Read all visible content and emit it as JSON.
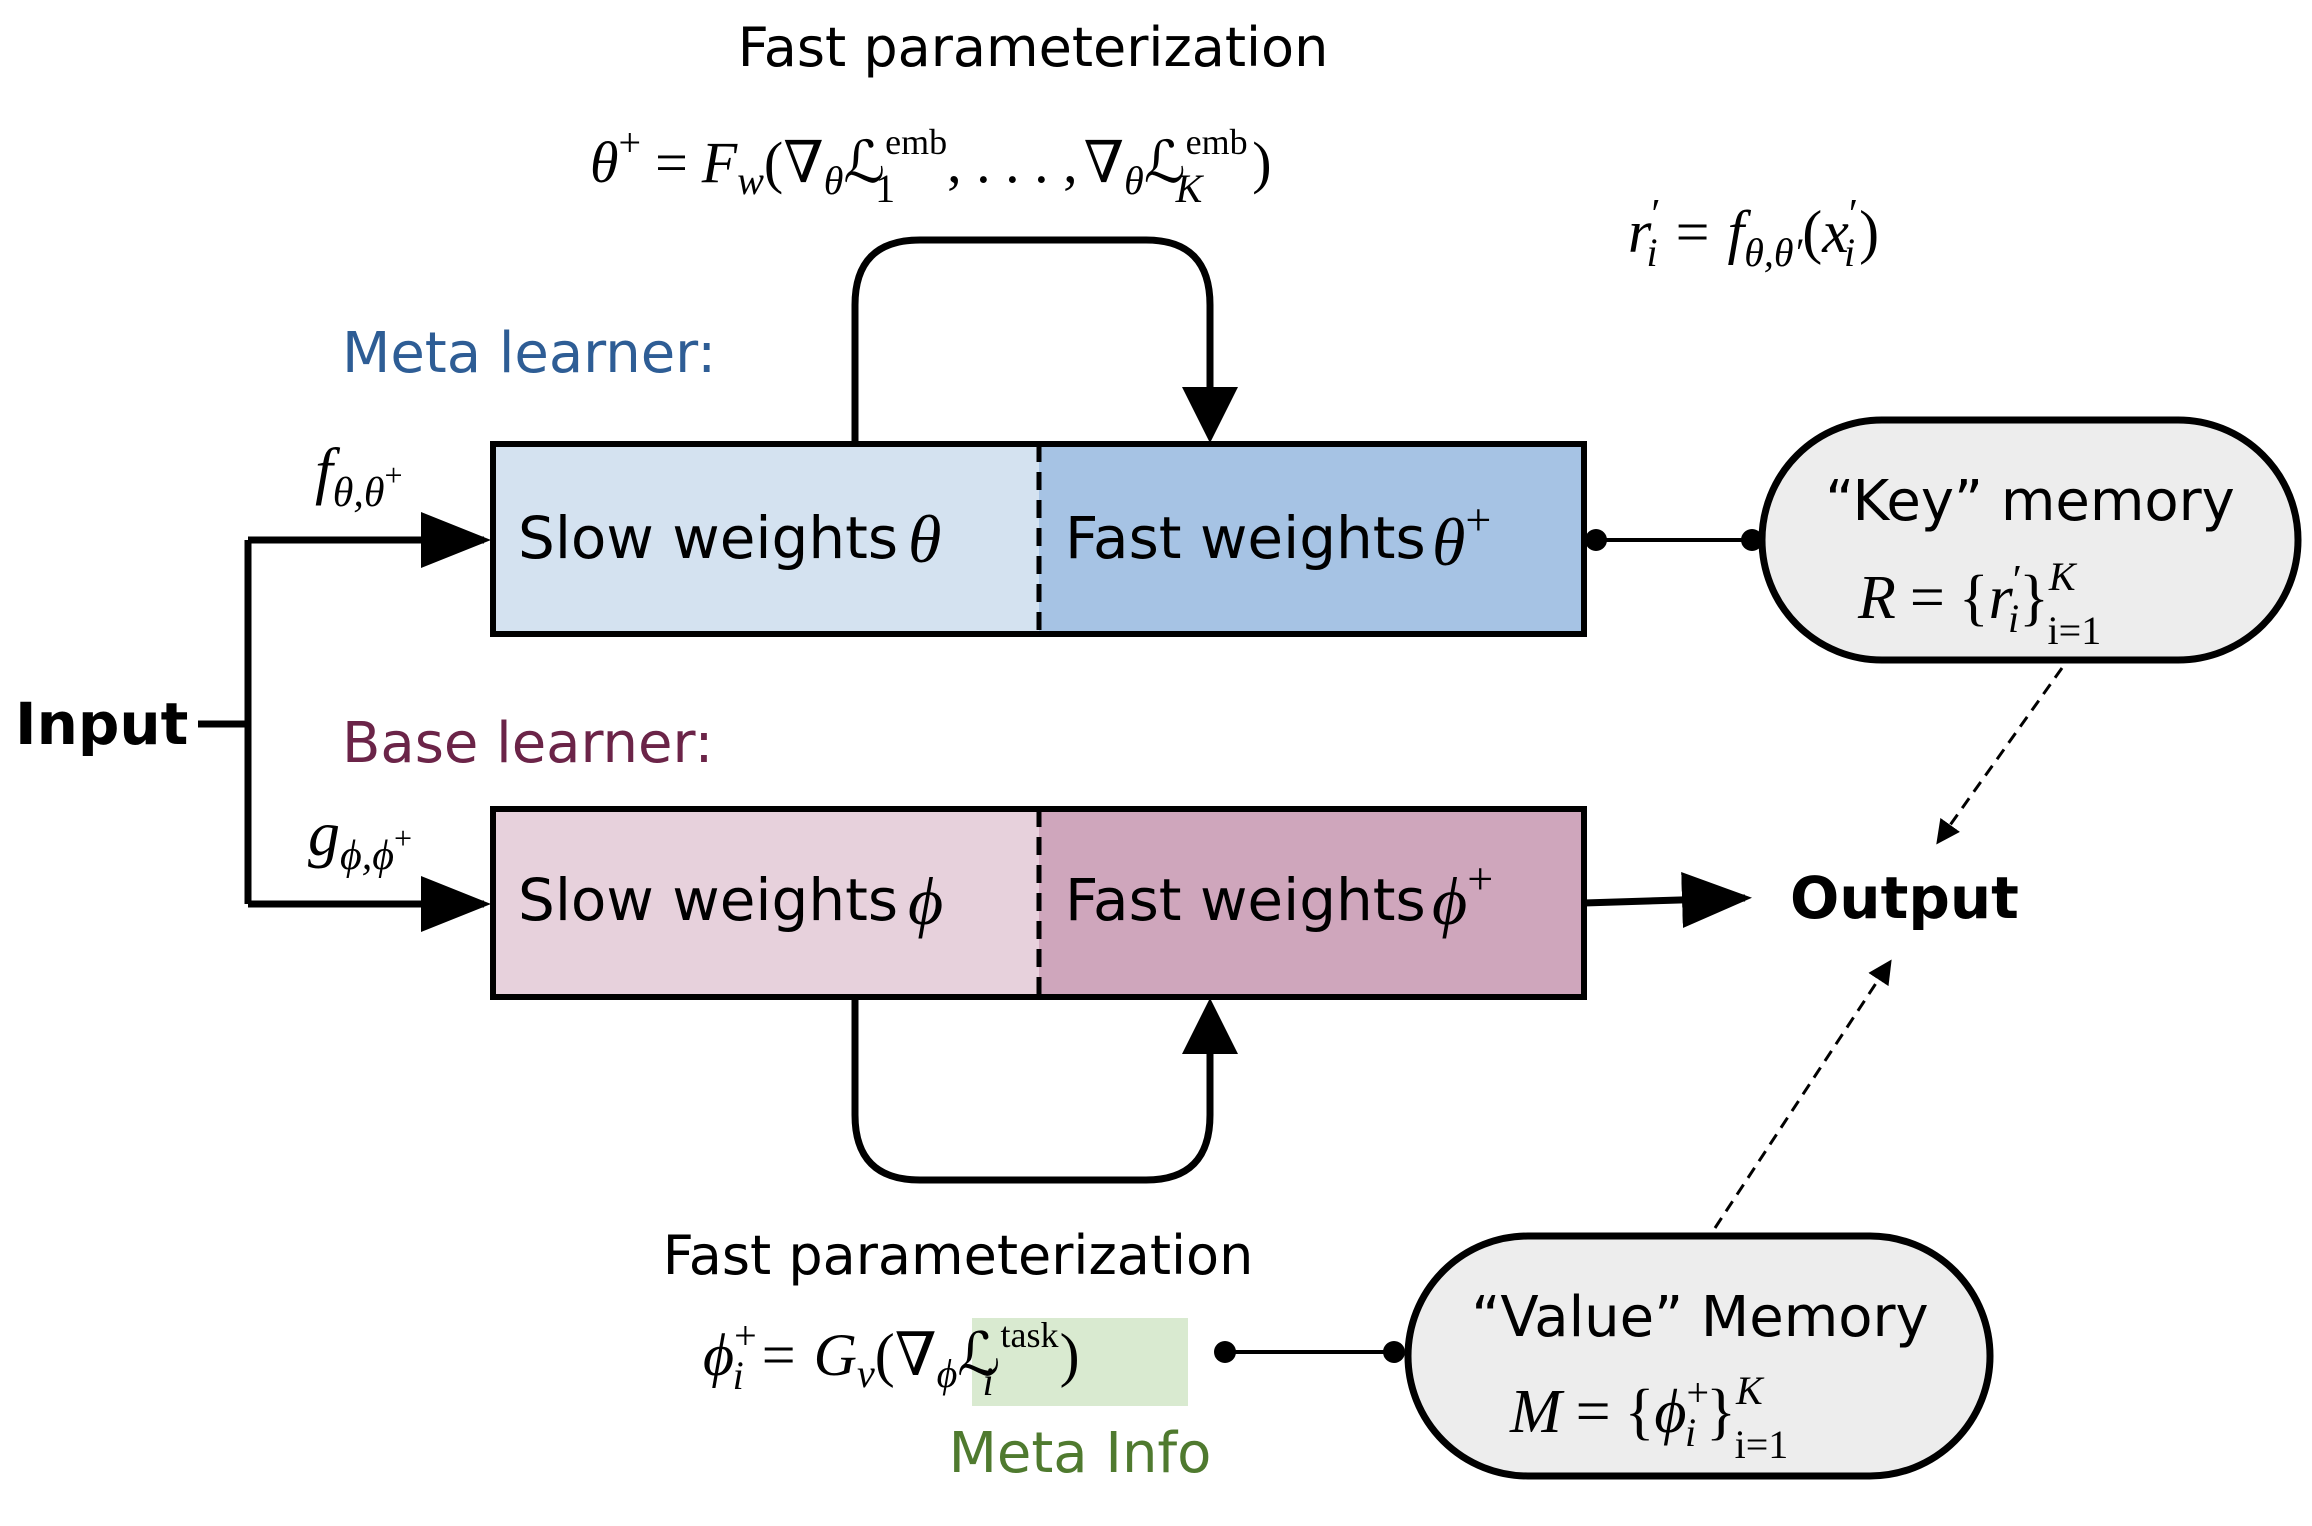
{
  "top": {
    "heading": "Fast parameterization",
    "formula": {
      "lhs": "θ",
      "lhs_sup": "+",
      "eq": "=",
      "F": "F",
      "F_sub": "w",
      "open": "(",
      "nabla": "∇",
      "nabla_sub": "θ",
      "L": "ℒ",
      "L1_sup": "emb",
      "L1_sub": "1",
      "dots": ", . . . ,",
      "LK_sup": "emb",
      "LK_sub": "K",
      "close": ")"
    },
    "key_formula": {
      "r": "r",
      "r_sup": "′",
      "r_sub": "i",
      "eq": "=",
      "f": "f",
      "f_sub": "θ,θ′",
      "open": "(",
      "x": "x",
      "x_sup": "′",
      "x_sub": "i",
      "close": ")"
    }
  },
  "meta": {
    "title": "Meta learner:",
    "func": "f",
    "func_sub": "θ,θ",
    "func_subsup": "+",
    "slow_label": "Slow weights",
    "slow_symbol": "θ",
    "fast_label": "Fast weights",
    "fast_symbol": "θ",
    "fast_sup": "+"
  },
  "base": {
    "title": "Base learner:",
    "func": "g",
    "func_sub": "ϕ,ϕ",
    "func_subsup": "+",
    "slow_label": "Slow weights",
    "slow_symbol": "ϕ",
    "fast_label": "Fast weights",
    "fast_symbol": "ϕ",
    "fast_sup": "+"
  },
  "input_label": "Input",
  "output_label": "Output",
  "key_memory": {
    "title": "“Key” memory",
    "R": "R",
    "eq": "=",
    "lb": "{",
    "r": "r",
    "r_sup": "′",
    "r_sub": "i",
    "rb": "}",
    "sup": "K",
    "sub": "i=1"
  },
  "value_memory": {
    "title": "“Value” Memory",
    "M": "M",
    "eq": "=",
    "lb": "{",
    "phi": "ϕ",
    "phi_sup": "+",
    "phi_sub": "i",
    "rb": "}",
    "sup": "K",
    "sub": "i=1"
  },
  "bottom": {
    "heading": "Fast parameterization",
    "formula": {
      "phi": "ϕ",
      "phi_sup": "+",
      "phi_sub": "i",
      "eq": "=",
      "G": "G",
      "G_sub": "v",
      "open": "(",
      "nabla": "∇",
      "nabla_sub": "ϕ",
      "L": "ℒ",
      "L_sup": "task",
      "L_sub": "i",
      "close": ")"
    },
    "meta_info": "Meta Info"
  },
  "colors": {
    "meta_title": "#2e5d95",
    "base_title": "#6b2448",
    "meta_slow": "#d4e2f0",
    "meta_fast": "#a6c3e4",
    "base_slow": "#e7d1dc",
    "base_fast": "#cfa6bc",
    "memory_fill": "#ededed",
    "meta_info": "#4f7a2f",
    "meta_info_bg": "#d9ead0"
  }
}
